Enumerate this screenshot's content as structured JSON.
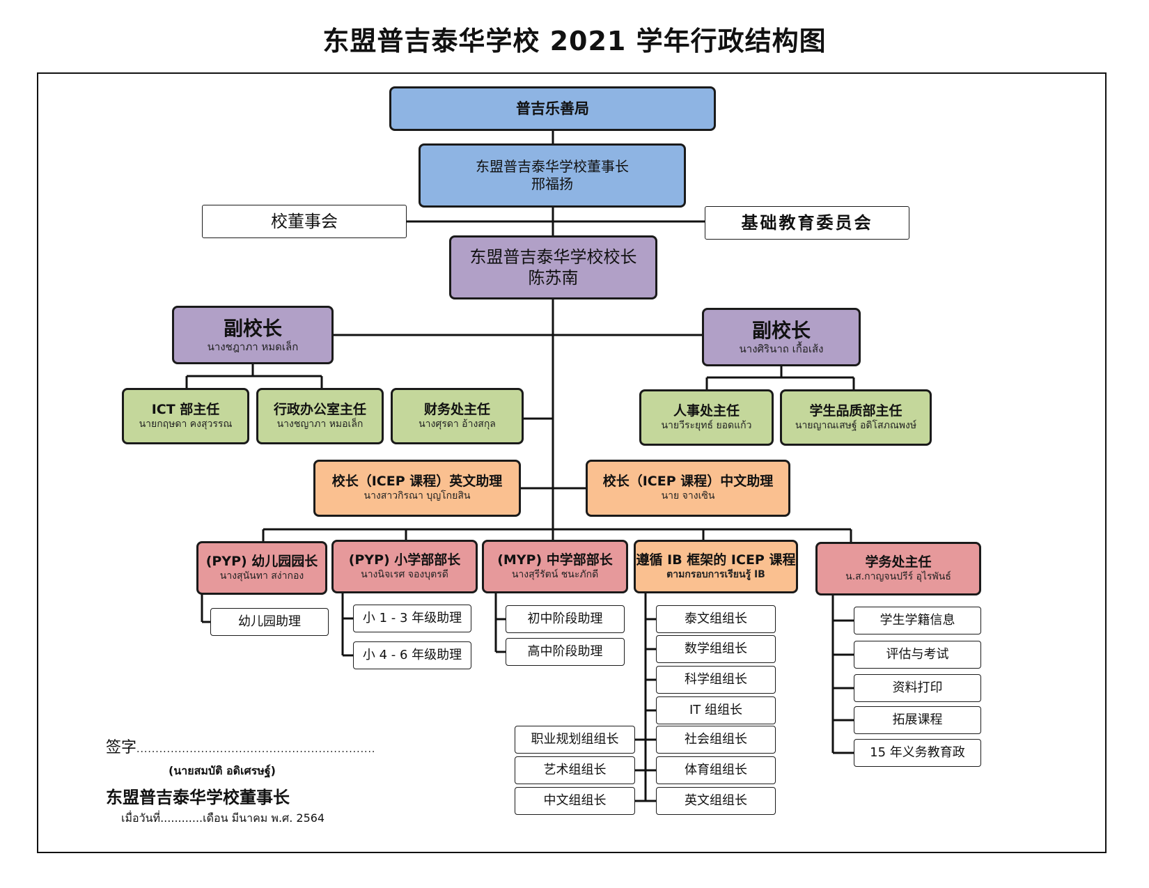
{
  "title": "东盟普吉泰华学校 2021 学年行政结构图",
  "top": {
    "bureau": "普吉乐善局",
    "chairman_title": "东盟普吉泰华学校董事长",
    "chairman_name": "邢福扬",
    "board": "校董事会",
    "committee": "基础教育委员会",
    "principal_title": "东盟普吉泰华学校校长",
    "principal_name": "陈苏南"
  },
  "vice_principals": [
    {
      "title": "副校长",
      "name": "นางชฎาภา หมดเล็ก"
    },
    {
      "title": "副校长",
      "name": "นางศิรินาถ  เกื้อเส้ง"
    }
  ],
  "directors": [
    {
      "title": "ICT 部主任",
      "name": "นายกฤษดา คงสุวรรณ"
    },
    {
      "title": "行政办公室主任",
      "name": "นางชญาภา หมอเล็ก"
    },
    {
      "title": "财务处主任",
      "name": "นางศุรดา อ้างสกุล"
    },
    {
      "title": "人事处主任",
      "name": "นายวีระยุทธ์ ยอดแก้ว"
    },
    {
      "title": "学生品质部主任",
      "name": "นายญาณเสษฐ์ อดิโสภณพงษ์"
    }
  ],
  "assistants": [
    {
      "title": "校长（ICEP 课程）英文助理",
      "name": "นางสาวกิรณา บุญโกยสิน"
    },
    {
      "title": "校长（ICEP 课程）中文助理",
      "name": "นาย จางเซิน"
    }
  ],
  "departments": [
    {
      "title": "(PYP) 幼儿园园长",
      "name": "นางสุนันทา สง่ากอง"
    },
    {
      "title": "(PYP) 小学部部长",
      "name": "นางนิจเรศ จองบุตรดี"
    },
    {
      "title": "(MYP) 中学部部长",
      "name": "นางสุรีรัตน์ ชนะภักดี"
    },
    {
      "title": "遵循 IB 框架的 ICEP 课程",
      "name": "ตามกรอบการเรียนรู้ IB"
    },
    {
      "title": "学务处主任",
      "name": "น.ส.กาญจนปรีร์ อุไรพันธ์"
    }
  ],
  "sub_units": {
    "kindergarten": [
      "幼儿园助理"
    ],
    "primary": [
      "小 1 - 3 年级助理",
      "小 4 - 6 年级助理"
    ],
    "middle": [
      "初中阶段助理",
      "高中阶段助理"
    ],
    "icep_right": [
      "泰文组组长",
      "数学组组长",
      "科学组组长",
      "IT 组组长",
      "社会组组长",
      "体育组组长",
      "英文组组长"
    ],
    "icep_left": [
      "职业规划组组长",
      "艺术组组长",
      "中文组组长"
    ],
    "academic": [
      "学生学籍信息",
      "评估与考试",
      "资料打印",
      "拓展课程",
      "15 年义务教育政"
    ]
  },
  "signature": {
    "label": "签字",
    "dots": "...............................................................",
    "name": "(นายสมบัติ      อดิเศรษฐ์)",
    "role": "东盟普吉泰华学校董事长",
    "date": "เมื่อวันที่............เดือน มีนาคม พ.ศ. 2564"
  },
  "colors": {
    "blue": "#8eb4e3",
    "purple": "#b1a0c7",
    "green": "#c4d79b",
    "orange": "#fac090",
    "red": "#e6999b",
    "line": "#111111"
  }
}
